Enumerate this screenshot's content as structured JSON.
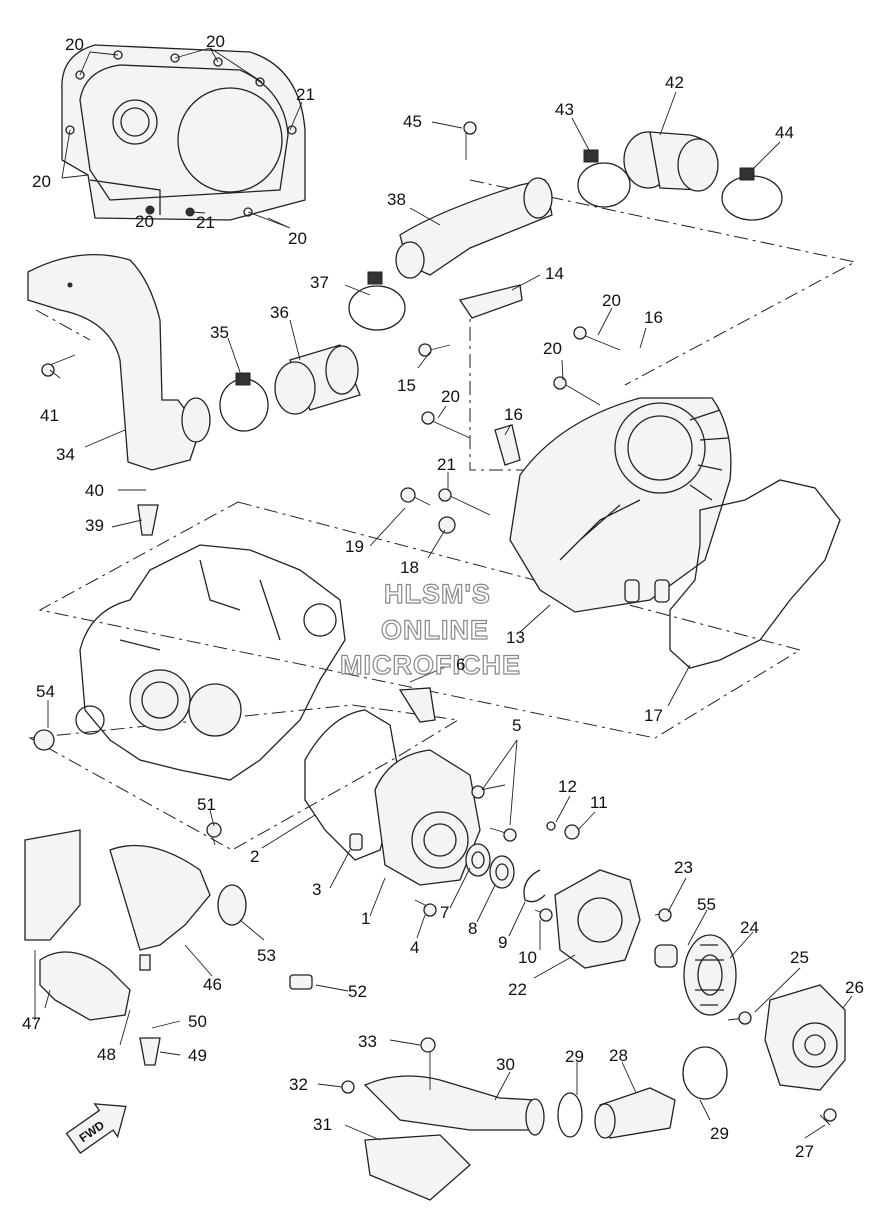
{
  "watermark": {
    "line1": "HLSM'S",
    "line2": "ONLINE",
    "line3": "MICROFICHE"
  },
  "direction_marker": {
    "text": "FWD",
    "icon": "arrow-icon"
  },
  "callouts": [
    {
      "id": "c20a",
      "text": "20"
    },
    {
      "id": "c20b",
      "text": "20"
    },
    {
      "id": "c21a",
      "text": "21"
    },
    {
      "id": "c20c",
      "text": "20"
    },
    {
      "id": "c20d",
      "text": "20"
    },
    {
      "id": "c21b",
      "text": "21"
    },
    {
      "id": "c20e",
      "text": "20"
    },
    {
      "id": "c45",
      "text": "45"
    },
    {
      "id": "c43",
      "text": "43"
    },
    {
      "id": "c42",
      "text": "42"
    },
    {
      "id": "c44",
      "text": "44"
    },
    {
      "id": "c38",
      "text": "38"
    },
    {
      "id": "c14",
      "text": "14"
    },
    {
      "id": "c37",
      "text": "37"
    },
    {
      "id": "c35",
      "text": "35"
    },
    {
      "id": "c36",
      "text": "36"
    },
    {
      "id": "c20f",
      "text": "20"
    },
    {
      "id": "c16a",
      "text": "16"
    },
    {
      "id": "c20g",
      "text": "20"
    },
    {
      "id": "c15",
      "text": "15"
    },
    {
      "id": "c41",
      "text": "41"
    },
    {
      "id": "c20h",
      "text": "20"
    },
    {
      "id": "c16b",
      "text": "16"
    },
    {
      "id": "c34",
      "text": "34"
    },
    {
      "id": "c21c",
      "text": "21"
    },
    {
      "id": "c40",
      "text": "40"
    },
    {
      "id": "c39",
      "text": "39"
    },
    {
      "id": "c19",
      "text": "19"
    },
    {
      "id": "c18",
      "text": "18"
    },
    {
      "id": "c13",
      "text": "13"
    },
    {
      "id": "c6",
      "text": "6"
    },
    {
      "id": "c17",
      "text": "17"
    },
    {
      "id": "c54",
      "text": "54"
    },
    {
      "id": "c5",
      "text": "5"
    },
    {
      "id": "c12",
      "text": "12"
    },
    {
      "id": "c11",
      "text": "11"
    },
    {
      "id": "c51",
      "text": "51"
    },
    {
      "id": "c2",
      "text": "2"
    },
    {
      "id": "c23",
      "text": "23"
    },
    {
      "id": "c3",
      "text": "3"
    },
    {
      "id": "c7",
      "text": "7"
    },
    {
      "id": "c1",
      "text": "1"
    },
    {
      "id": "c8",
      "text": "8"
    },
    {
      "id": "c9",
      "text": "9"
    },
    {
      "id": "c55",
      "text": "55"
    },
    {
      "id": "c24",
      "text": "24"
    },
    {
      "id": "c4",
      "text": "4"
    },
    {
      "id": "c10",
      "text": "10"
    },
    {
      "id": "c53",
      "text": "53"
    },
    {
      "id": "c25",
      "text": "25"
    },
    {
      "id": "c26",
      "text": "26"
    },
    {
      "id": "c22",
      "text": "22"
    },
    {
      "id": "c46",
      "text": "46"
    },
    {
      "id": "c52",
      "text": "52"
    },
    {
      "id": "c47",
      "text": "47"
    },
    {
      "id": "c50",
      "text": "50"
    },
    {
      "id": "c48",
      "text": "48"
    },
    {
      "id": "c49",
      "text": "49"
    },
    {
      "id": "c33",
      "text": "33"
    },
    {
      "id": "c29a",
      "text": "29"
    },
    {
      "id": "c28",
      "text": "28"
    },
    {
      "id": "c30",
      "text": "30"
    },
    {
      "id": "c32",
      "text": "32"
    },
    {
      "id": "c29b",
      "text": "29"
    },
    {
      "id": "c27",
      "text": "27"
    },
    {
      "id": "c31",
      "text": "31"
    }
  ]
}
